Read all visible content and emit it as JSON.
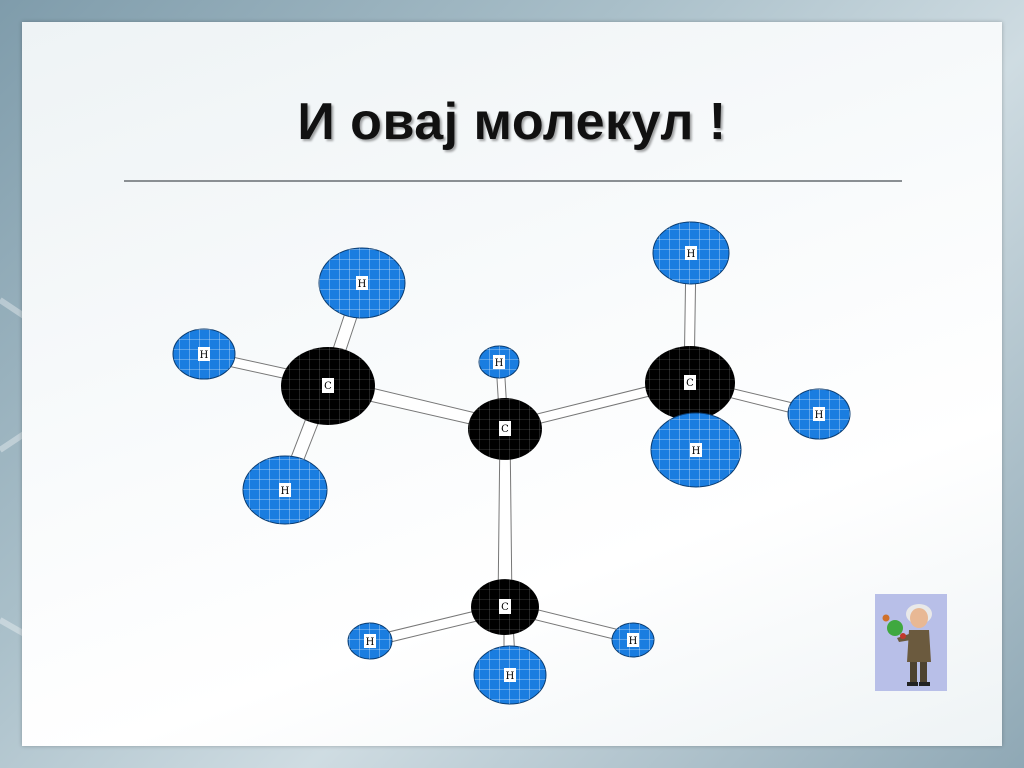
{
  "slide": {
    "title": "И овај молекул !"
  },
  "molecule": {
    "carbon_label": "C",
    "hydrogen_label": "H",
    "colors": {
      "carbon": "#000000",
      "hydrogen": "#1a7de0",
      "bond": "#ffffff"
    },
    "atoms": [
      {
        "id": "c1",
        "element": "C",
        "label": "C"
      },
      {
        "id": "c2",
        "element": "C",
        "label": "C"
      },
      {
        "id": "c3",
        "element": "C",
        "label": "C"
      },
      {
        "id": "c4",
        "element": "C",
        "label": "C"
      },
      {
        "id": "h1",
        "element": "H",
        "label": "H"
      },
      {
        "id": "h2",
        "element": "H",
        "label": "H"
      },
      {
        "id": "h3",
        "element": "H",
        "label": "H"
      },
      {
        "id": "h4",
        "element": "H",
        "label": "H"
      },
      {
        "id": "h5",
        "element": "H",
        "label": "H"
      },
      {
        "id": "h6",
        "element": "H",
        "label": "H"
      },
      {
        "id": "h7",
        "element": "H",
        "label": "H"
      },
      {
        "id": "h8",
        "element": "H",
        "label": "H"
      },
      {
        "id": "h9",
        "element": "H",
        "label": "H"
      },
      {
        "id": "h10",
        "element": "H",
        "label": "H"
      }
    ]
  }
}
